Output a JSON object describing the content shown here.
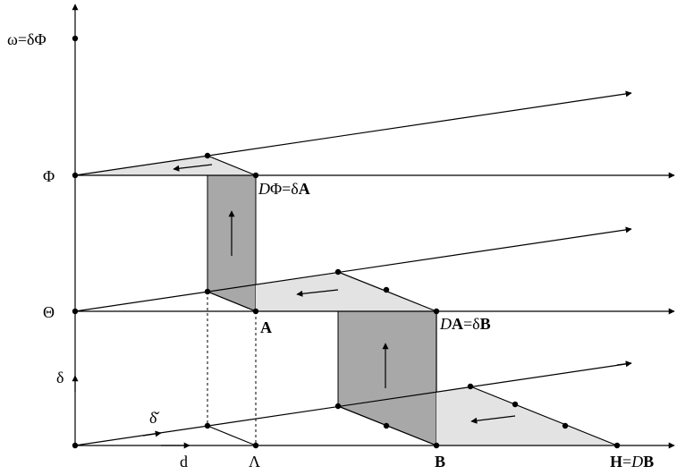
{
  "colors": {
    "line": "#000000",
    "light_fill": "#e3e3e3",
    "dark_fill": "#a8a8a8",
    "background": "#ffffff"
  },
  "labels": {
    "omega": "ω=δΦ",
    "phi": "Φ",
    "theta": "Θ",
    "delta": "δ",
    "delta_check": "δ̌",
    "d": "d",
    "lambda": "Λ",
    "A": "A",
    "B": "B",
    "dphi_prefix": "D",
    "dphi_mid": "Φ=δ",
    "dphi_bold": "A",
    "da_prefix": "D",
    "da_bold1": "A",
    "da_mid": "=δ",
    "da_bold2": "B",
    "h_bold1": "H",
    "h_mid": "=",
    "h_prefix": "D",
    "h_bold2": "B"
  }
}
